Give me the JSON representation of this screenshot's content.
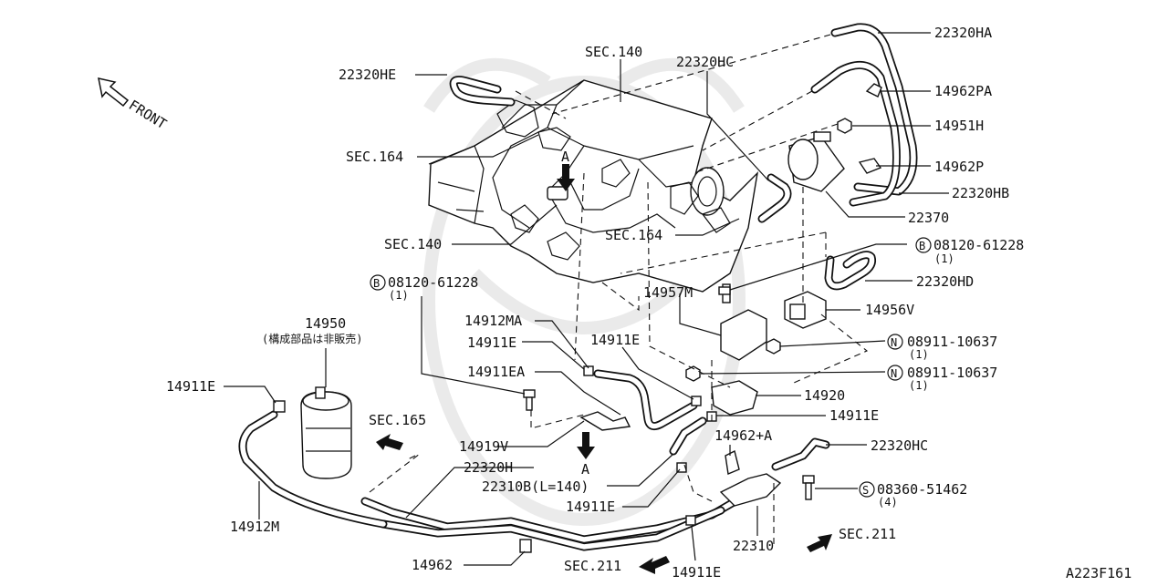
{
  "diagram_code": "A223F161",
  "front_label": "FRONT",
  "section_refs": {
    "sec140_top": "SEC.140",
    "sec164_left": "SEC.164",
    "sec140_left": "SEC.140",
    "sec164_mid": "SEC.164",
    "sec165": "SEC.165",
    "sec211_bottom": "SEC.211",
    "sec211_right": "SEC.211"
  },
  "view_markers": {
    "top": "A",
    "bottom": "A"
  },
  "parts": {
    "p22320HA": "22320HA",
    "p22320HE": "22320HE",
    "p22320HC_top": "22320HC",
    "p14962PA": "14962PA",
    "p14951H": "14951H",
    "p14962P": "14962P",
    "p22320HB": "22320HB",
    "p22370": "22370",
    "p08120_right": "08120-61228",
    "p08120_right_qty": "(1)",
    "p22320HD": "22320HD",
    "p14957M": "14957M",
    "p14956V": "14956V",
    "p08911_a": "08911-10637",
    "p08911_a_qty": "(1)",
    "p08911_b": "08911-10637",
    "p08911_b_qty": "(1)",
    "p14920": "14920",
    "p14911E_r1": "14911E",
    "p14962A": "14962+A",
    "p22320HC_bot": "22320HC",
    "p08360": "08360-51462",
    "p08360_qty": "(4)",
    "p22310": "22310",
    "p08120_left": "08120-61228",
    "p08120_left_qty": "(1)",
    "p14912MA": "14912MA",
    "p14911E_a": "14911E",
    "p14911E_b": "14911E",
    "p14911EA": "14911EA",
    "p14950": "14950",
    "p14950_note": "(構成部品は非販売)",
    "p14911E_left": "14911E",
    "p14919V": "14919V",
    "p22320H": "22320H",
    "p22310B": "22310B(L=140)",
    "p14911E_c": "14911E",
    "p14912M": "14912M",
    "p14962": "14962",
    "p14911E_bot": "14911E"
  },
  "badges": {
    "b_right": "B",
    "b_left": "B",
    "n_a": "N",
    "n_b": "N",
    "s": "S"
  }
}
